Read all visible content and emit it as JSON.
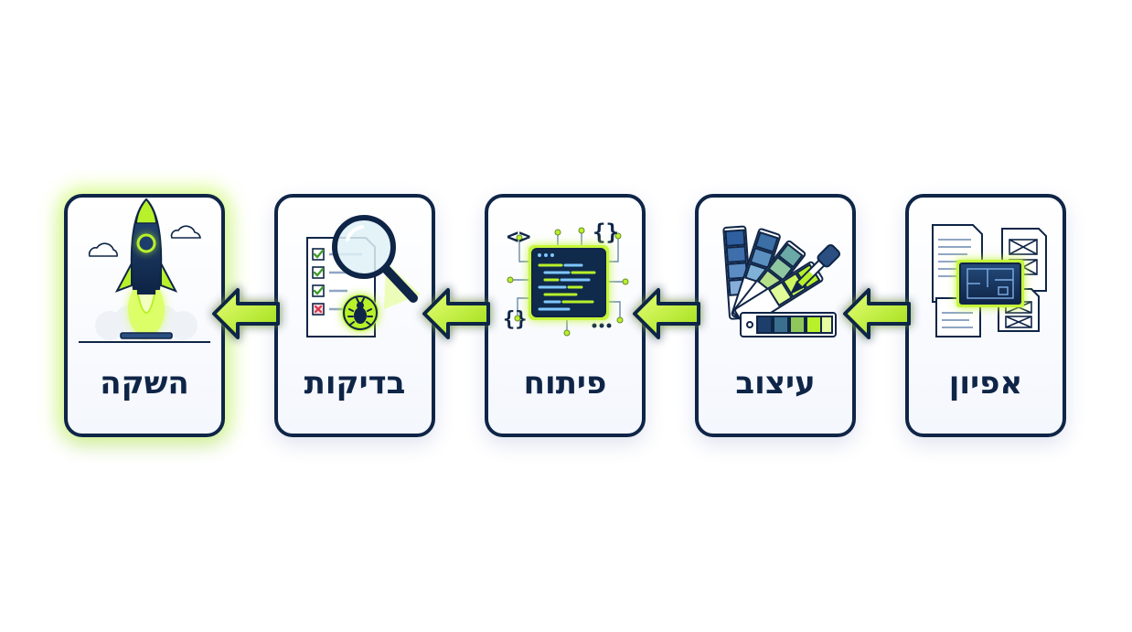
{
  "steps": [
    {
      "label": "אפיון",
      "icon": "blueprint-documents-icon"
    },
    {
      "label": "עיצוב",
      "icon": "color-swatches-icon"
    },
    {
      "label": "פיתוח",
      "icon": "code-chip-icon"
    },
    {
      "label": "בדיקות",
      "icon": "magnifier-bug-checklist-icon"
    },
    {
      "label": "השקה",
      "icon": "rocket-launch-icon"
    }
  ],
  "flow_direction": "right-to-left",
  "colors": {
    "navy": "#0f2547",
    "lime": "#b8f02a",
    "lime_glow": "#dcff66",
    "steel_blue": "#3e6eab",
    "card_bg": "#f4f7fd"
  }
}
